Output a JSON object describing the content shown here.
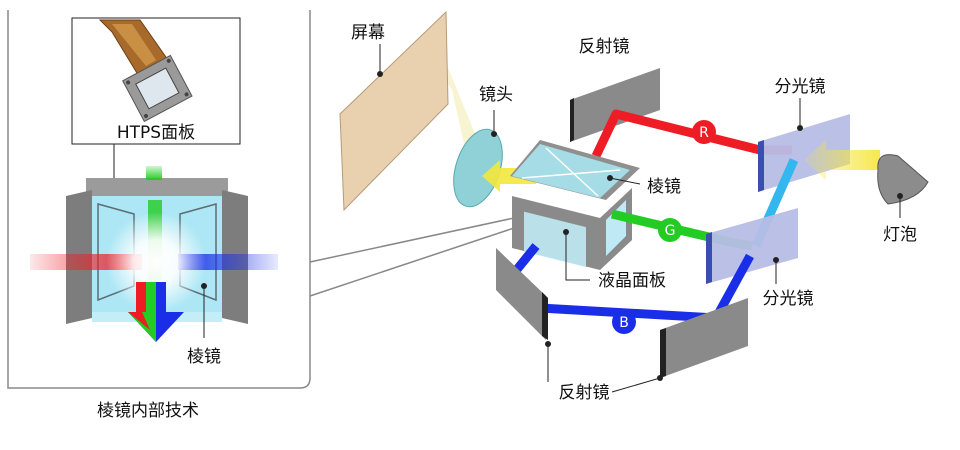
{
  "inset": {
    "panel_label": "HTPS面板",
    "prism_label": "棱镜",
    "caption": "棱镜内部技术"
  },
  "main": {
    "screen_label": "屏幕",
    "lens_label": "镜头",
    "mirror_top_label": "反射镜",
    "mirror_bottom_label": "反射镜",
    "dichroic_top_label": "分光镜",
    "dichroic_bottom_label": "分光镜",
    "prism_label": "棱镜",
    "lcd_panel_label": "液晶面板",
    "lamp_label": "灯泡",
    "beam_r": "R",
    "beam_g": "G",
    "beam_b": "B"
  },
  "colors": {
    "red": "#ee1c25",
    "green": "#22cc22",
    "blue": "#1a2ee8",
    "cyan": "#33b7ee",
    "screen": "#e9d1b0",
    "mirror": "#8a8a8a",
    "dichroic": "#b7bde6",
    "prism": "#a8e4f0"
  }
}
